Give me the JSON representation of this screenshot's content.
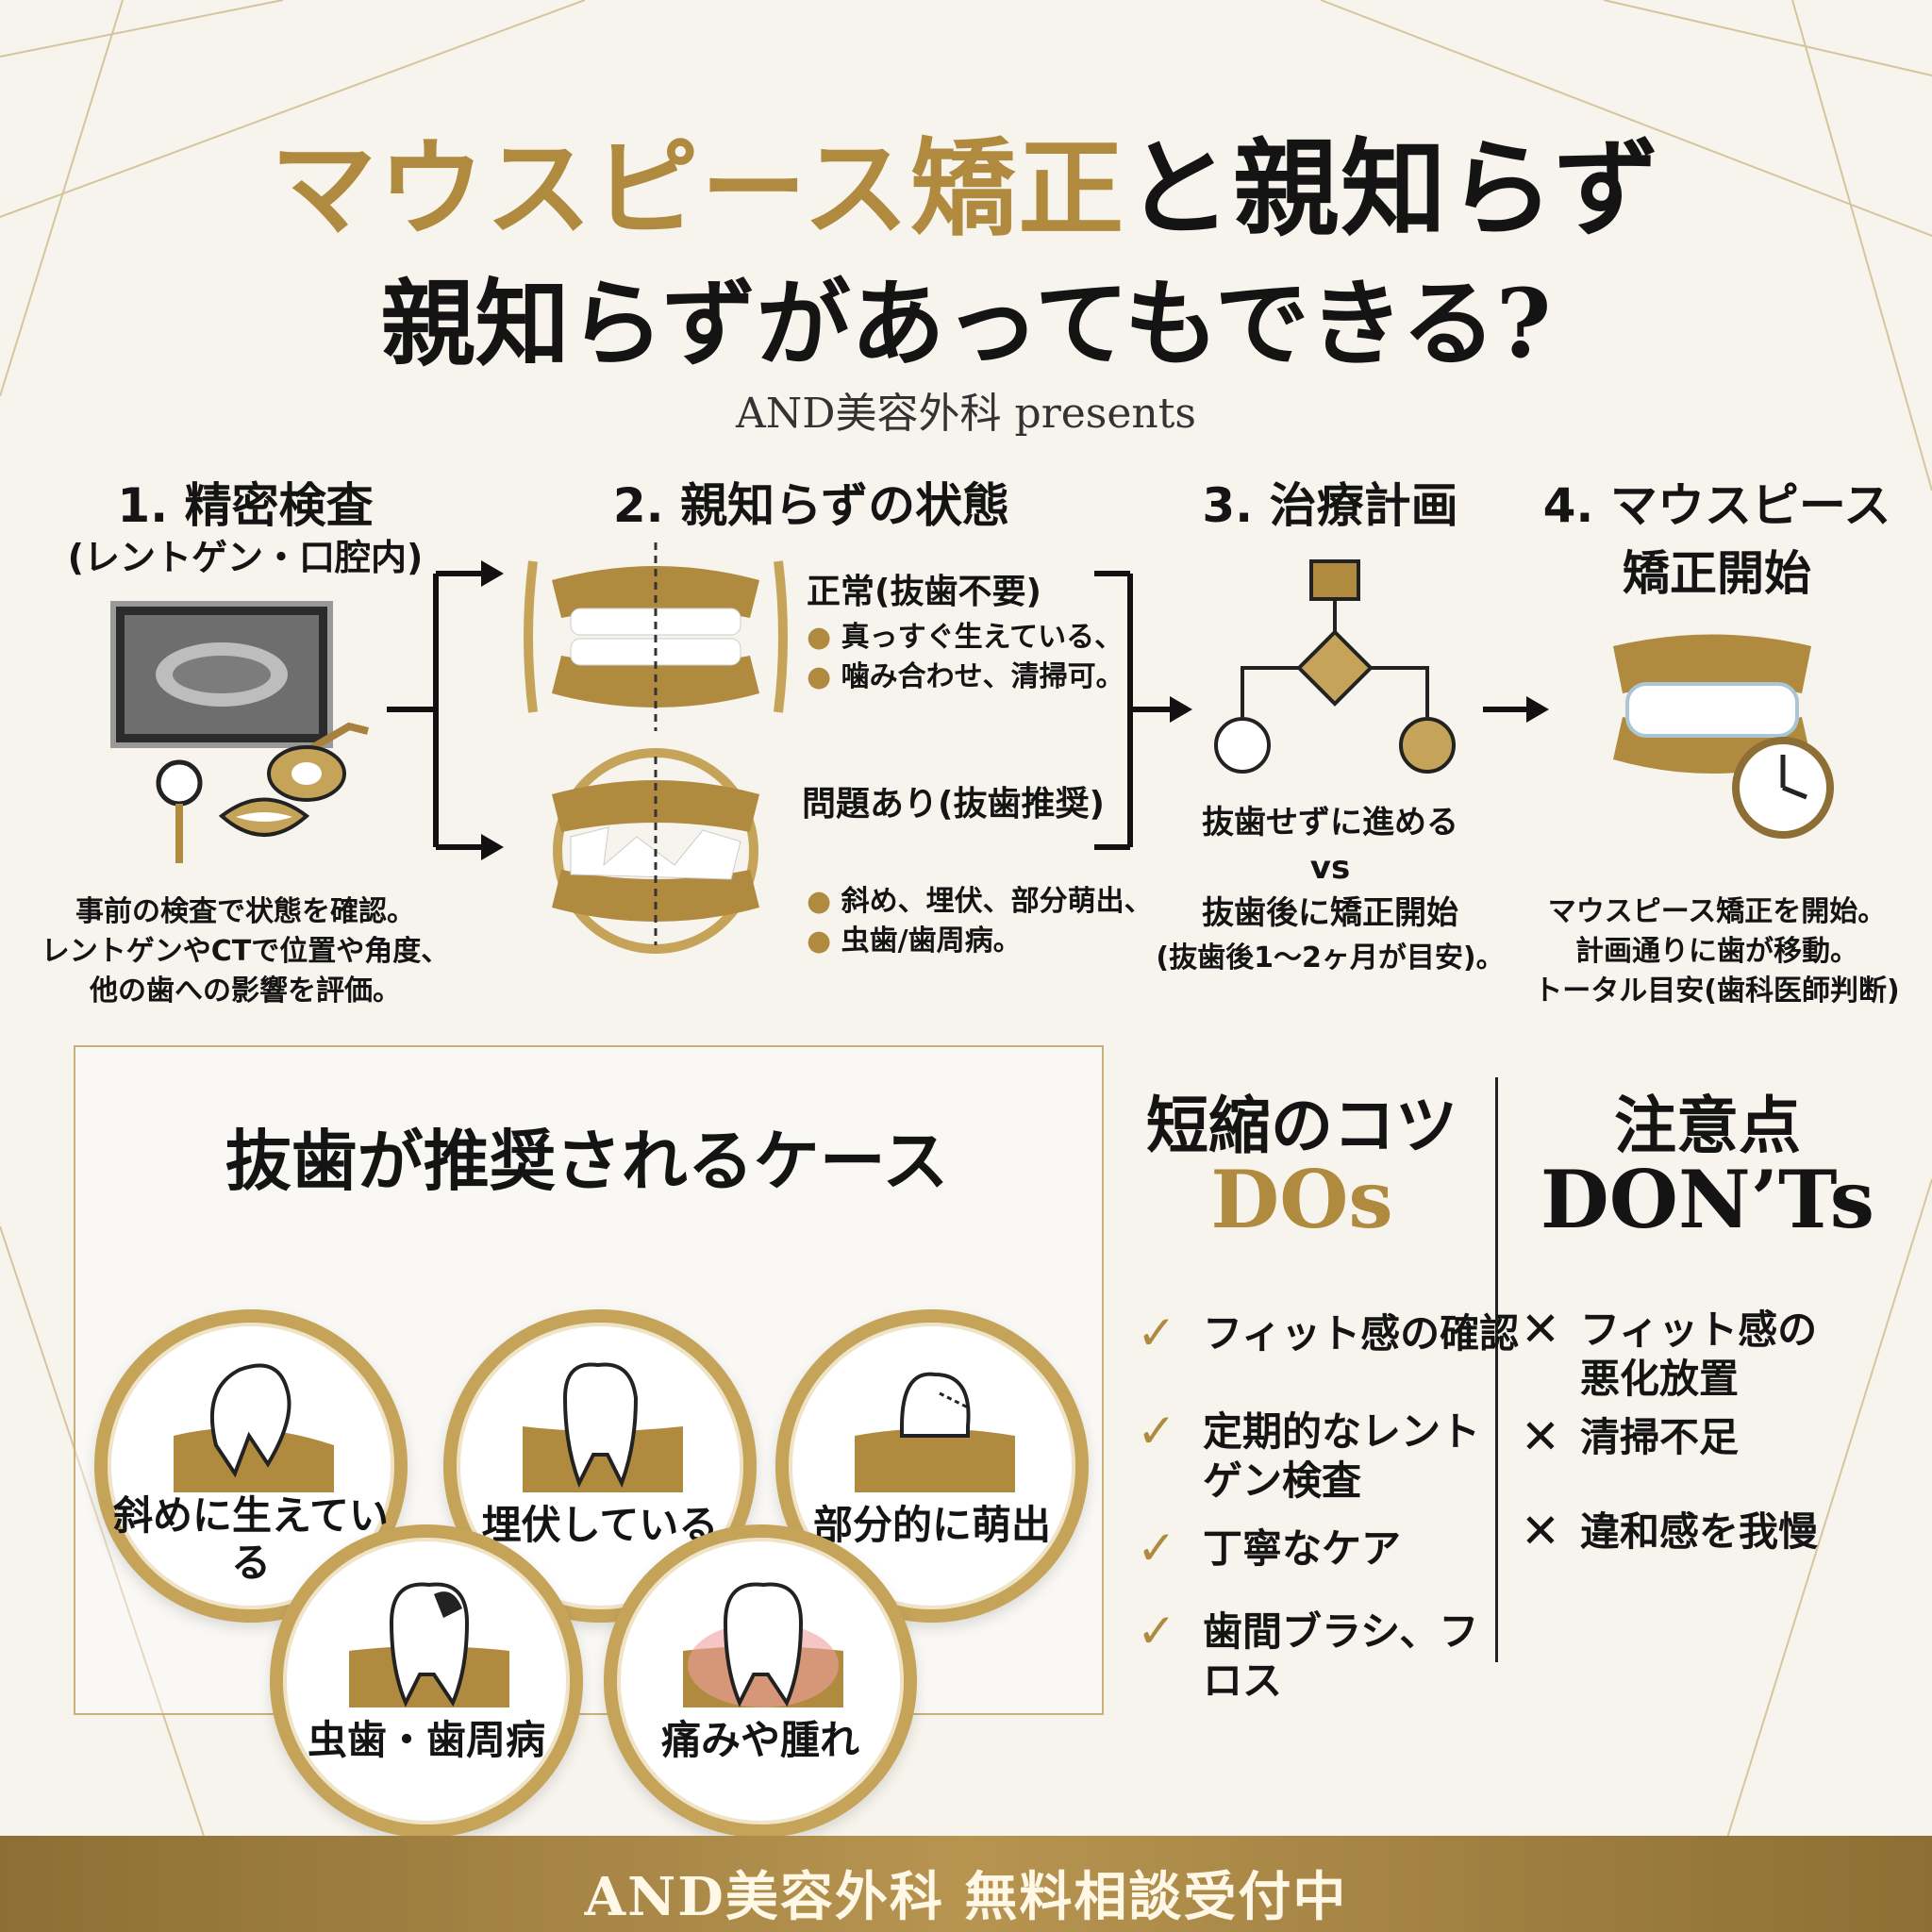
{
  "header": {
    "title_gold": "マウスピース矯正",
    "title_dark": "と親知らず",
    "subtitle": "親知らずがあってもできる?",
    "presenter": "AND美容外科 presents"
  },
  "steps": [
    {
      "title": "1. 精密検査",
      "sub": "(レントゲン・口腔内)",
      "desc": [
        "事前の検査で状態を確認。",
        "レントゲンやCTで位置や角度、",
        "他の歯への影響を評価。"
      ]
    },
    {
      "title": "2. 親知らずの状態",
      "normal_heading": "正常(抜歯不要)",
      "normal_bullets": [
        "真っすぐ生えている、",
        "噛み合わせ、清掃可。"
      ],
      "problem_heading": "問題あり(抜歯推奨)",
      "problem_bullets": [
        "斜め、埋伏、部分萌出、",
        "虫歯/歯周病。"
      ]
    },
    {
      "title": "3. 治療計画",
      "desc": [
        "抜歯せずに進める",
        "vs",
        "抜歯後に矯正開始",
        "(抜歯後1〜2ヶ月が目安)。"
      ]
    },
    {
      "title_line1": "4. マウスピース",
      "title_line2": "矯正開始",
      "desc": [
        "マウスピース矯正を開始。",
        "計画通りに歯が移動。",
        "トータル目安(歯科医師判断)"
      ]
    }
  ],
  "cases": {
    "title": "抜歯が推奨されるケース",
    "items": [
      "斜めに生えている",
      "埋伏している",
      "部分的に萌出",
      "虫歯・歯周病",
      "痛みや腫れ"
    ]
  },
  "dos": {
    "title": "短縮のコツ",
    "label": "DOs",
    "items": [
      "フィット感の確認",
      "定期的なレントゲン検査",
      "丁寧なケア",
      "歯間ブラシ、フロス"
    ]
  },
  "donts": {
    "title": "注意点",
    "label": "DON’Ts",
    "items": [
      "フィット感の悪化放置",
      "清掃不足",
      "違和感を我慢"
    ]
  },
  "footer": {
    "text": "AND美容外科 無料相談受付中"
  },
  "colors": {
    "gold": "#b08a3e",
    "gold_light": "#c5a45a",
    "background": "#f7f4ee",
    "ink": "#141414"
  },
  "icons": [
    "xray-icon",
    "dental-lamp-icon",
    "mirror-icon",
    "lips-icon",
    "teeth-normal-icon",
    "teeth-crooked-icon",
    "flowchart-icon",
    "aligner-icon",
    "clock-icon",
    "tooth-icon",
    "check-icon",
    "cross-icon"
  ]
}
